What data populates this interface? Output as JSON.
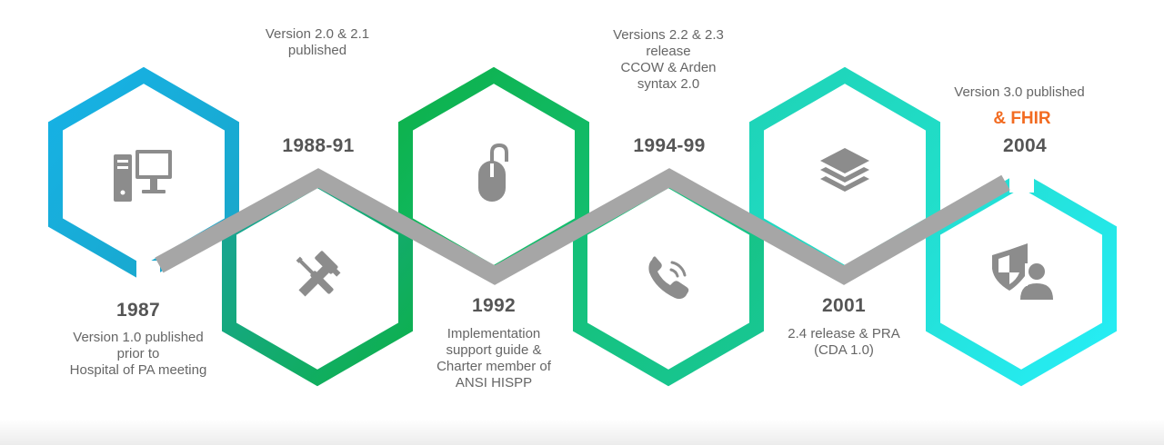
{
  "timeline": {
    "milestones": [
      {
        "year": "1987",
        "desc": [
          "Version 1.0 published",
          "prior to",
          "Hospital of PA meeting"
        ],
        "icon": "desktop-computer-icon",
        "color": "#16b2e6",
        "color2": "#1aa6c8"
      },
      {
        "year": "1988-91",
        "desc": [
          "Version 2.0 & 2.1",
          "published"
        ],
        "icon": "hammer-screwdriver-icon",
        "color": "#1aa39b",
        "color2": "#0db14b"
      },
      {
        "year": "1992",
        "desc": [
          "Implementation",
          "support guide &",
          "Charter member of",
          "ANSI HISPP"
        ],
        "icon": "mouse-icon",
        "color": "#0db14b",
        "color2": "#14bf73"
      },
      {
        "year": "1994-99",
        "desc": [
          "Versions 2.2 & 2.3",
          "release",
          "CCOW & Arden",
          "syntax 2.0"
        ],
        "icon": "phone-icon",
        "color": "#14bf73",
        "color2": "#18c795"
      },
      {
        "year": "2001",
        "desc": [
          "2.4 release & PRA",
          "(CDA 1.0)"
        ],
        "icon": "layers-icon",
        "color": "#1ed3b6",
        "color2": "#22e1cf"
      },
      {
        "year": "2004",
        "desc": [
          "Version 3.0 published"
        ],
        "extra": "& FHIR",
        "icon": "shield-user-icon",
        "color": "#22dccd",
        "color2": "#26eef7"
      }
    ],
    "line_color": "#a6a6a6",
    "icon_color": "#8c8c8c",
    "accent_color": "#f26b21"
  }
}
